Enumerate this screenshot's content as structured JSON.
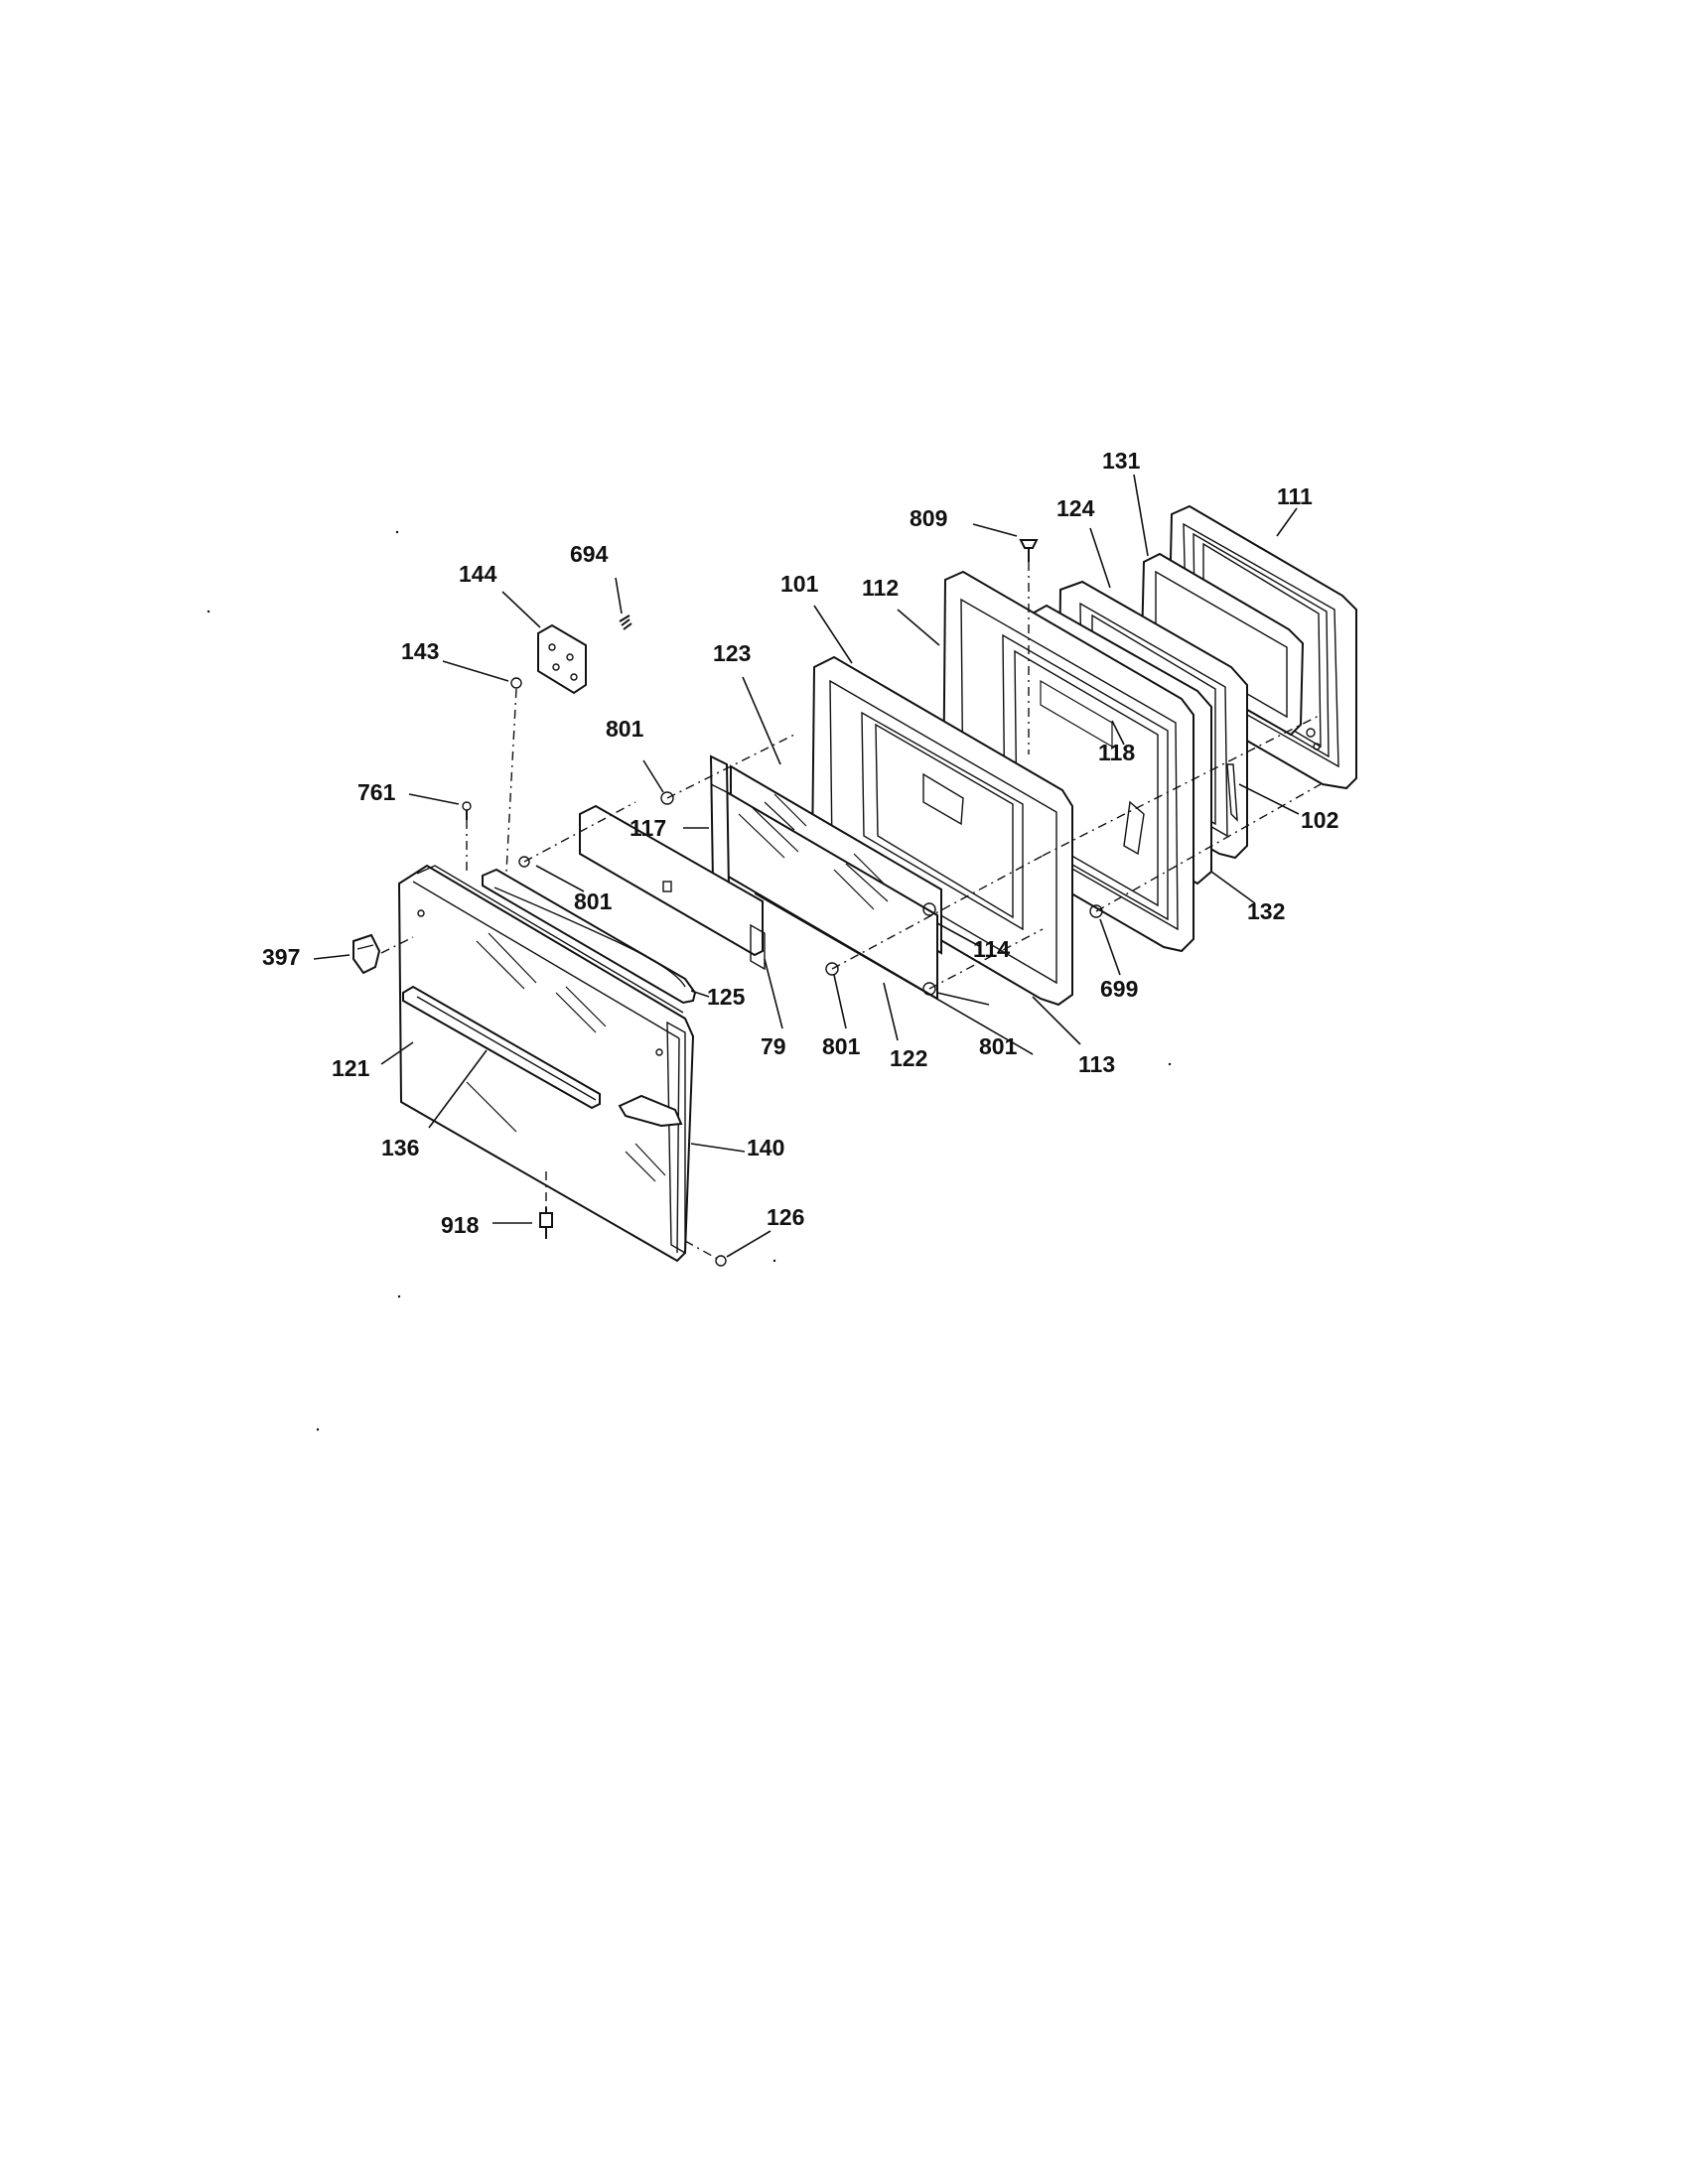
{
  "diagram": {
    "part_labels": {
      "p131": "131",
      "p111": "111",
      "p809": "809",
      "p124": "124",
      "p694": "694",
      "p144": "144",
      "p101": "101",
      "p112": "112",
      "p143": "143",
      "p123": "123",
      "p118": "118",
      "p801a": "801",
      "p102": "102",
      "p761": "761",
      "p117": "117",
      "p801b": "801",
      "p132": "132",
      "p397": "397",
      "p114": "114",
      "p699": "699",
      "p125": "125",
      "p79": "79",
      "p801c": "801",
      "p122": "122",
      "p801d": "801",
      "p113": "113",
      "p121": "121",
      "p136": "136",
      "p140": "140",
      "p126": "126",
      "p918": "918"
    }
  }
}
